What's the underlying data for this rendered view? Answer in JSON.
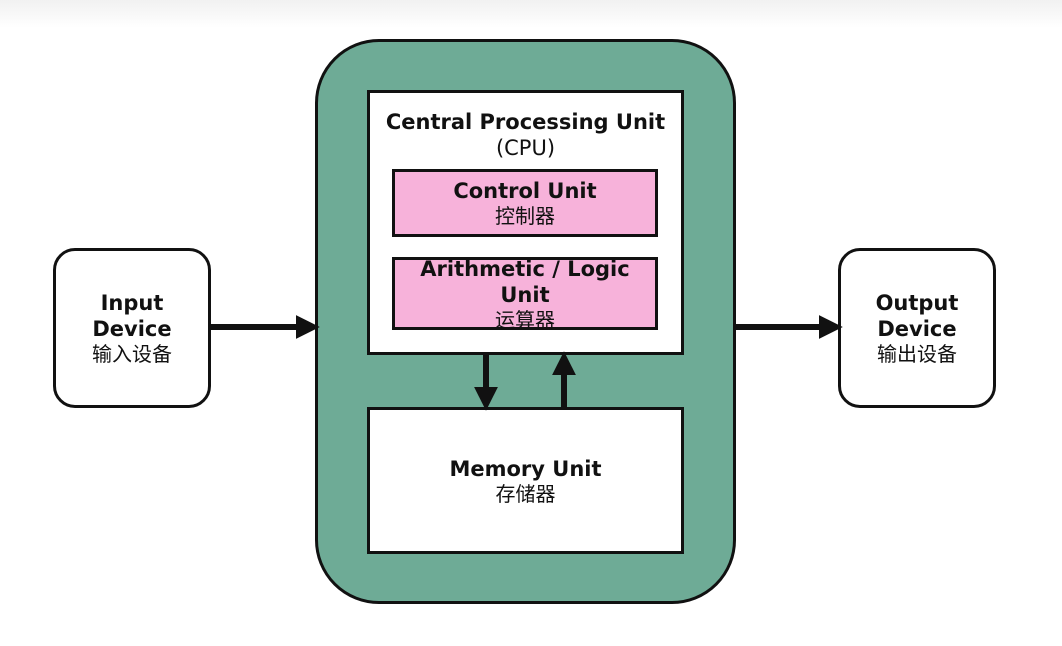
{
  "input_device": {
    "en": "Input\nDevice",
    "zh": "输入设备"
  },
  "output_device": {
    "en": "Output\nDevice",
    "zh": "输出设备"
  },
  "cpu": {
    "title": "Central Processing Unit",
    "abbr": "(CPU)"
  },
  "control_unit": {
    "en": "Control Unit",
    "zh": "控制器"
  },
  "alu": {
    "en": "Arithmetic / Logic Unit",
    "zh": "运算器"
  },
  "memory_unit": {
    "en": "Memory Unit",
    "zh": "存储器"
  },
  "colors": {
    "frame": "#6eab96",
    "unit_fill": "#f7b2da",
    "box_fill": "#ffffff",
    "stroke": "#111111"
  }
}
